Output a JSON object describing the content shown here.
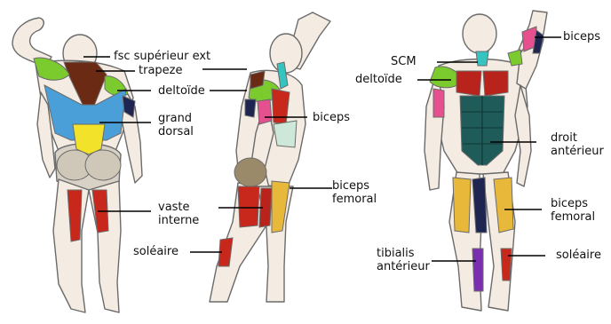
{
  "colors": {
    "outline": "#6b6b6b",
    "skin": "#f4ece2",
    "trapezius": "#6b2a14",
    "deltoid": "#7ccb2e",
    "latissimus": "#4a9fd8",
    "lumbar": "#f2e22a",
    "red_muscle": "#c8271c",
    "biceps_arm": "#e6508f",
    "navy": "#1e2550",
    "scm": "#35c4c0",
    "abs": "#1f5b58",
    "hamstring": "#e8b83a",
    "tibialis": "#7a2fb0",
    "soleus": "#c8271c",
    "glute": "#9b8a6a",
    "pec_red": "#b8241c"
  },
  "figures": [
    {
      "name": "back-view"
    },
    {
      "name": "side-view"
    },
    {
      "name": "front-view"
    }
  ],
  "labels": {
    "fsc_superieur_ext": "fsc supérieur ext",
    "trapeze": "trapeze",
    "deltoide_back": "deltoïde",
    "grand_dorsal_1": "grand",
    "grand_dorsal_2": "dorsal",
    "biceps_side": "biceps",
    "vaste_interne_1": "vaste",
    "vaste_interne_2": "interne",
    "biceps_femoral_side_1": "biceps",
    "biceps_femoral_side_2": "femoral",
    "soleaire_side": "soléaire",
    "scm": "SCM",
    "deltoide_front": "deltoïde",
    "biceps_front": "biceps",
    "droit_anterieur_1": "droit",
    "droit_anterieur_2": "antérieur",
    "biceps_femoral_front_1": "biceps",
    "biceps_femoral_front_2": "femoral",
    "tibialis_anterieur_1": "tibialis",
    "tibialis_anterieur_2": "antérieur",
    "soleaire_front": "soléaire"
  }
}
